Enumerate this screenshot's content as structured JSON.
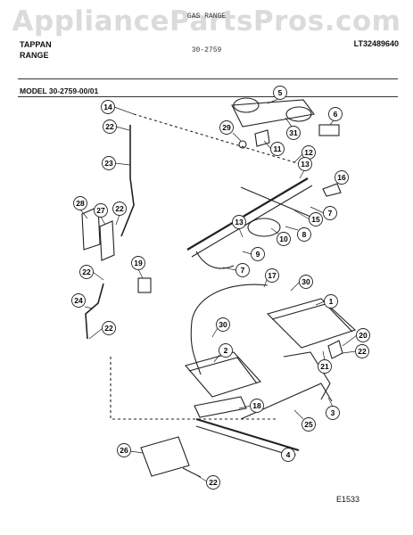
{
  "watermark": "AppliancePartsPros.com",
  "header": {
    "brand_line1": "TAPPAN",
    "brand_line2": "RANGE",
    "top_small1": "GAS RANGE",
    "top_small2": "30-2759",
    "doc_number": "LT32489640"
  },
  "model_label": "MODEL 30-2759-00/01",
  "figure_code": "E1533",
  "page_no": "",
  "callouts": [
    "14",
    "22",
    "23",
    "28",
    "27",
    "22",
    "22",
    "24",
    "22",
    "19",
    "5",
    "6",
    "29",
    "31",
    "11",
    "12",
    "13",
    "16",
    "7",
    "15",
    "8",
    "10",
    "13",
    "9",
    "7",
    "17",
    "30",
    "1",
    "30",
    "2",
    "20",
    "22",
    "21",
    "18",
    "3",
    "25",
    "4",
    "26",
    "22"
  ]
}
